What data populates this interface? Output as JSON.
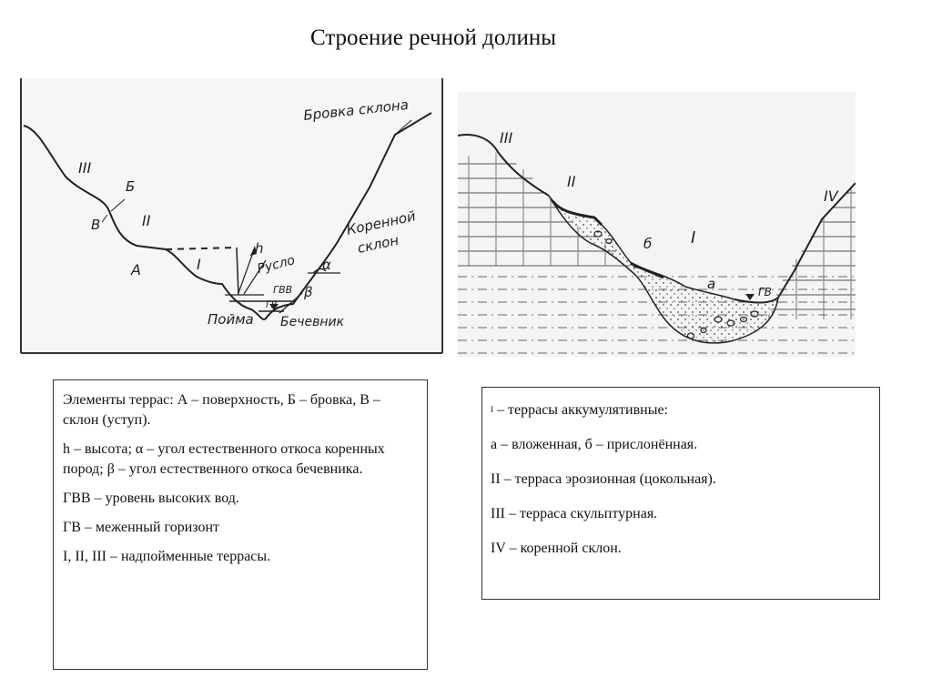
{
  "title": "Строение речной долины",
  "left_figure": {
    "labels": {
      "brovka_sklona": "Бровка склона",
      "korennoi": "Коренной",
      "sklon": "склон",
      "III": "III",
      "B_cyr": "Б",
      "V_cyr": "В",
      "II": "II",
      "A_cyr": "А",
      "I": "I",
      "h": "h",
      "ruslo": "Русло",
      "gvv": "ГВВ",
      "gv": "ГВ",
      "beta": "β",
      "alpha": "α",
      "poima": "Пойма",
      "bechevnik": "Бечевник"
    }
  },
  "right_figure": {
    "labels": {
      "III": "III",
      "II": "II",
      "I": "I",
      "IV": "IV",
      "b": "б",
      "a": "а",
      "gv": "ГВ"
    }
  },
  "box_left": {
    "p1": "Элементы террас: А – поверхность, Б – бровка, В – склон (уступ).",
    "p2": "h – высота; α – угол естественного откоса коренных пород; β – угол естественного откоса бечевника.",
    "p3": "ГВВ – уровень высоких вод.",
    "p4": "ГВ – меженный горизонт",
    "p5": "I, II, III – надпойменные террасы."
  },
  "box_right": {
    "mark": "I",
    "p1": "– террасы аккумулятивные:",
    "p2": "а – вложенная, б – прислонённая.",
    "p3": "II – терраса эрозионная (цокольная).",
    "p4": "III – терраса скульптурная.",
    "p5": "IV – коренной склон."
  }
}
